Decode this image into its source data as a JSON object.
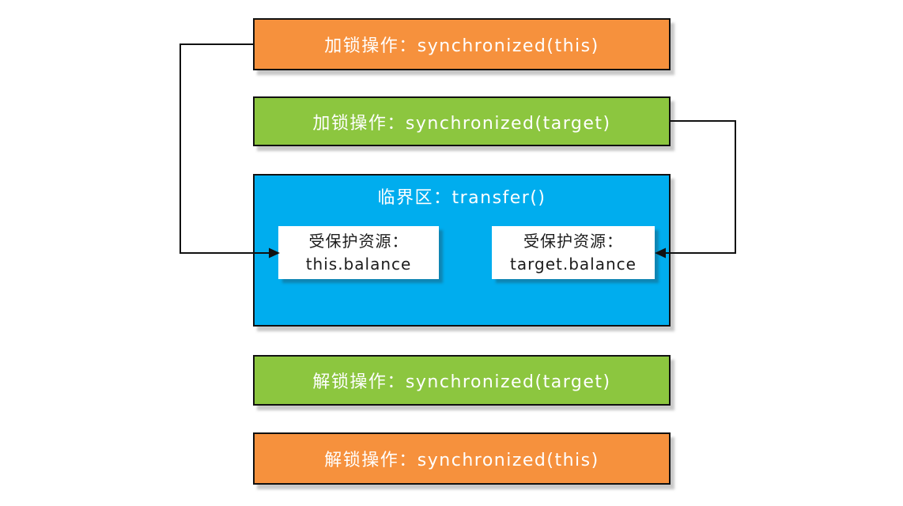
{
  "colors": {
    "box-orange": "#F6913D",
    "box-green": "#8CC63F",
    "box-blue": "#00ADEE",
    "box-border": "#111111",
    "label-text": "#FFFFFF",
    "resource-box-bg": "#FFFFFF",
    "resource-text": "#1C1C1C",
    "arrow": "#111111"
  },
  "boxes": {
    "lock_this": {
      "label": "加锁操作：synchronized(this)"
    },
    "lock_target": {
      "label": "加锁操作：synchronized(target)"
    },
    "critical_section": {
      "title": "临界区：transfer()"
    },
    "resource_this": {
      "line1": "受保护资源：",
      "line2": "this.balance"
    },
    "resource_target": {
      "line1": "受保护资源：",
      "line2": "target.balance"
    },
    "unlock_target": {
      "label": "解锁操作：synchronized(target)"
    },
    "unlock_this": {
      "label": "解锁操作：synchronized(this)"
    }
  }
}
